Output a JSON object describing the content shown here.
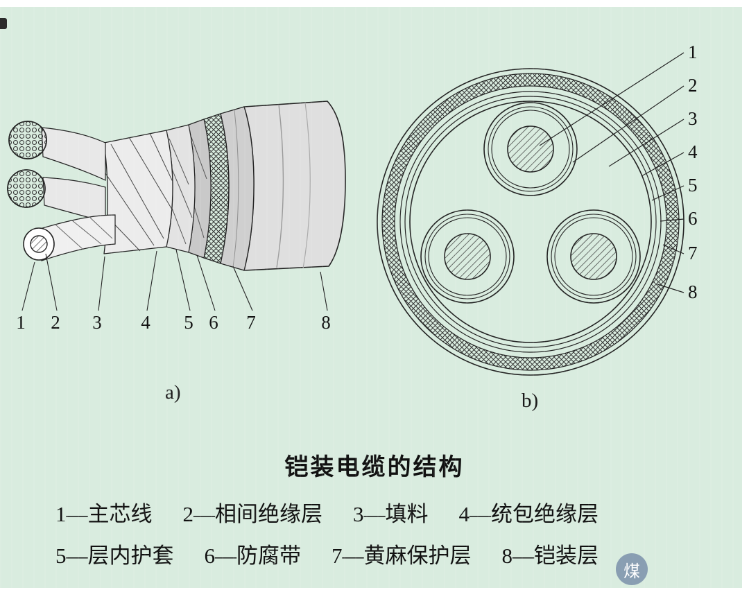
{
  "colors": {
    "background": "#d9ecdf",
    "line": "#1a1a1a"
  },
  "title": "铠装电缆的结构",
  "figure_a": {
    "caption": "a)",
    "labels": [
      "1",
      "2",
      "3",
      "4",
      "5",
      "6",
      "7",
      "8"
    ]
  },
  "figure_b": {
    "caption": "b)",
    "labels": [
      "1",
      "2",
      "3",
      "4",
      "5",
      "6",
      "7",
      "8"
    ]
  },
  "legend": {
    "row1": [
      "1—主芯线",
      "2—相间绝缘层",
      "3—填料",
      "4—统包绝缘层"
    ],
    "row2": [
      "5—层内护套",
      "6—防腐带",
      "7—黄麻保护层",
      "8—铠装层"
    ]
  },
  "watermark": {
    "char": "煤"
  }
}
